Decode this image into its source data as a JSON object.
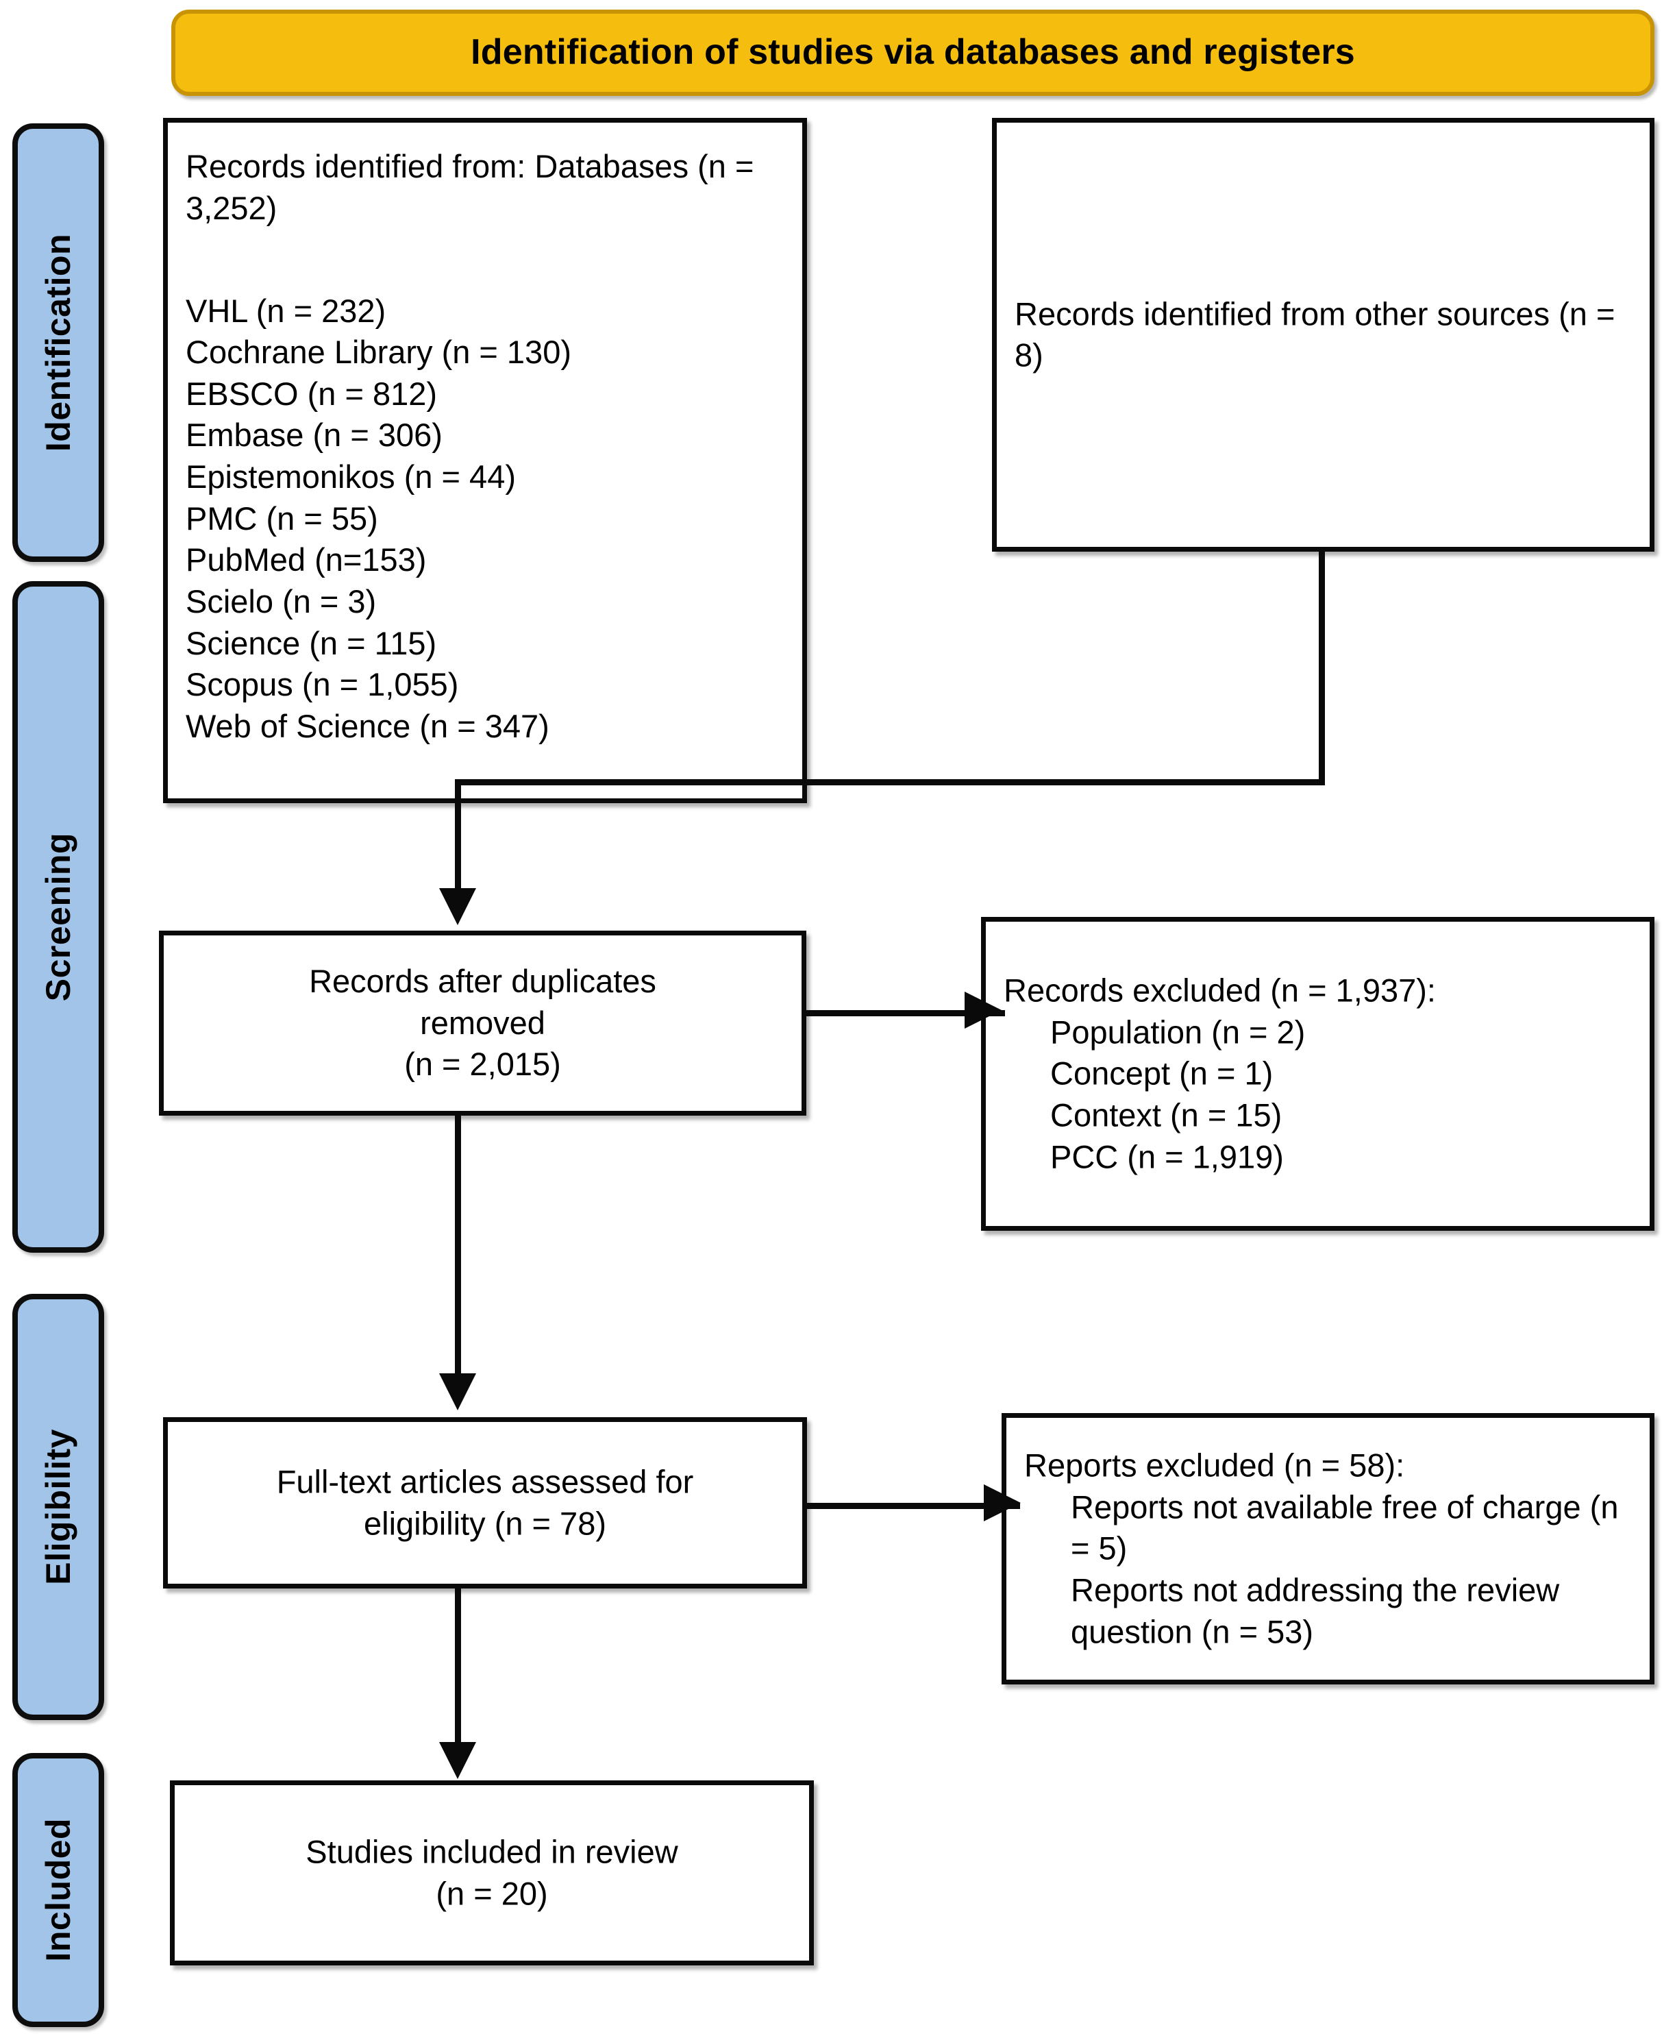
{
  "header": {
    "title": "Identification of studies via databases and registers"
  },
  "stages": [
    {
      "id": "identification",
      "label": "Identification"
    },
    {
      "id": "screening",
      "label": "Screening"
    },
    {
      "id": "eligibility",
      "label": "Eligibility"
    },
    {
      "id": "included",
      "label": "Included"
    }
  ],
  "boxes": {
    "databases": {
      "heading": "Records identified from: Databases (n = 3,252)",
      "sources": [
        "VHL (n = 232)",
        "Cochrane Library (n = 130)",
        "EBSCO (n = 812)",
        "Embase (n = 306)",
        "Epistemonikos (n = 44)",
        "PMC (n = 55)",
        "PubMed (n=153)",
        "Scielo (n = 3)",
        "Science (n = 115)",
        "Scopus (n = 1,055)",
        "Web of Science (n = 347)"
      ]
    },
    "other_sources": {
      "text": "Records identified from other sources (n = 8)"
    },
    "dedup": {
      "line1": "Records after duplicates",
      "line2": "removed",
      "line3": "(n = 2,015)"
    },
    "records_excluded": {
      "heading": "Records excluded (n = 1,937):",
      "reasons": [
        "Population (n = 2)",
        "Concept (n = 1)",
        "Context (n = 15)",
        "PCC (n = 1,919)"
      ]
    },
    "fulltext": {
      "line1": "Full-text articles assessed for",
      "line2": "eligibility (n = 78)"
    },
    "reports_excluded": {
      "heading": "Reports excluded (n = 58):",
      "reasons": [
        "Reports not available free of charge (n = 5)",
        "Reports not addressing the review question (n = 53)"
      ]
    },
    "included": {
      "line1": "Studies included in review",
      "line2": "(n = 20)"
    }
  },
  "colors": {
    "banner_fill": "#F5BD0E",
    "banner_border": "#C89405",
    "stage_fill": "#A2C4E8",
    "stroke": "#0a0a0a",
    "box_fill": "#ffffff"
  },
  "chart_data": {
    "type": "diagram",
    "title": "PRISMA flow diagram",
    "nodes": [
      {
        "id": "databases",
        "stage": "Identification",
        "n": 3252
      },
      {
        "id": "other_sources",
        "stage": "Identification",
        "n": 8
      },
      {
        "id": "dedup",
        "stage": "Screening",
        "n": 2015
      },
      {
        "id": "records_excluded",
        "stage": "Screening",
        "n": 1937
      },
      {
        "id": "fulltext",
        "stage": "Eligibility",
        "n": 78
      },
      {
        "id": "reports_excluded",
        "stage": "Eligibility",
        "n": 58
      },
      {
        "id": "included",
        "stage": "Included",
        "n": 20
      }
    ],
    "edges": [
      {
        "from": "databases",
        "to": "dedup"
      },
      {
        "from": "other_sources",
        "to": "dedup"
      },
      {
        "from": "dedup",
        "to": "records_excluded"
      },
      {
        "from": "dedup",
        "to": "fulltext"
      },
      {
        "from": "fulltext",
        "to": "reports_excluded"
      },
      {
        "from": "fulltext",
        "to": "included"
      }
    ]
  }
}
